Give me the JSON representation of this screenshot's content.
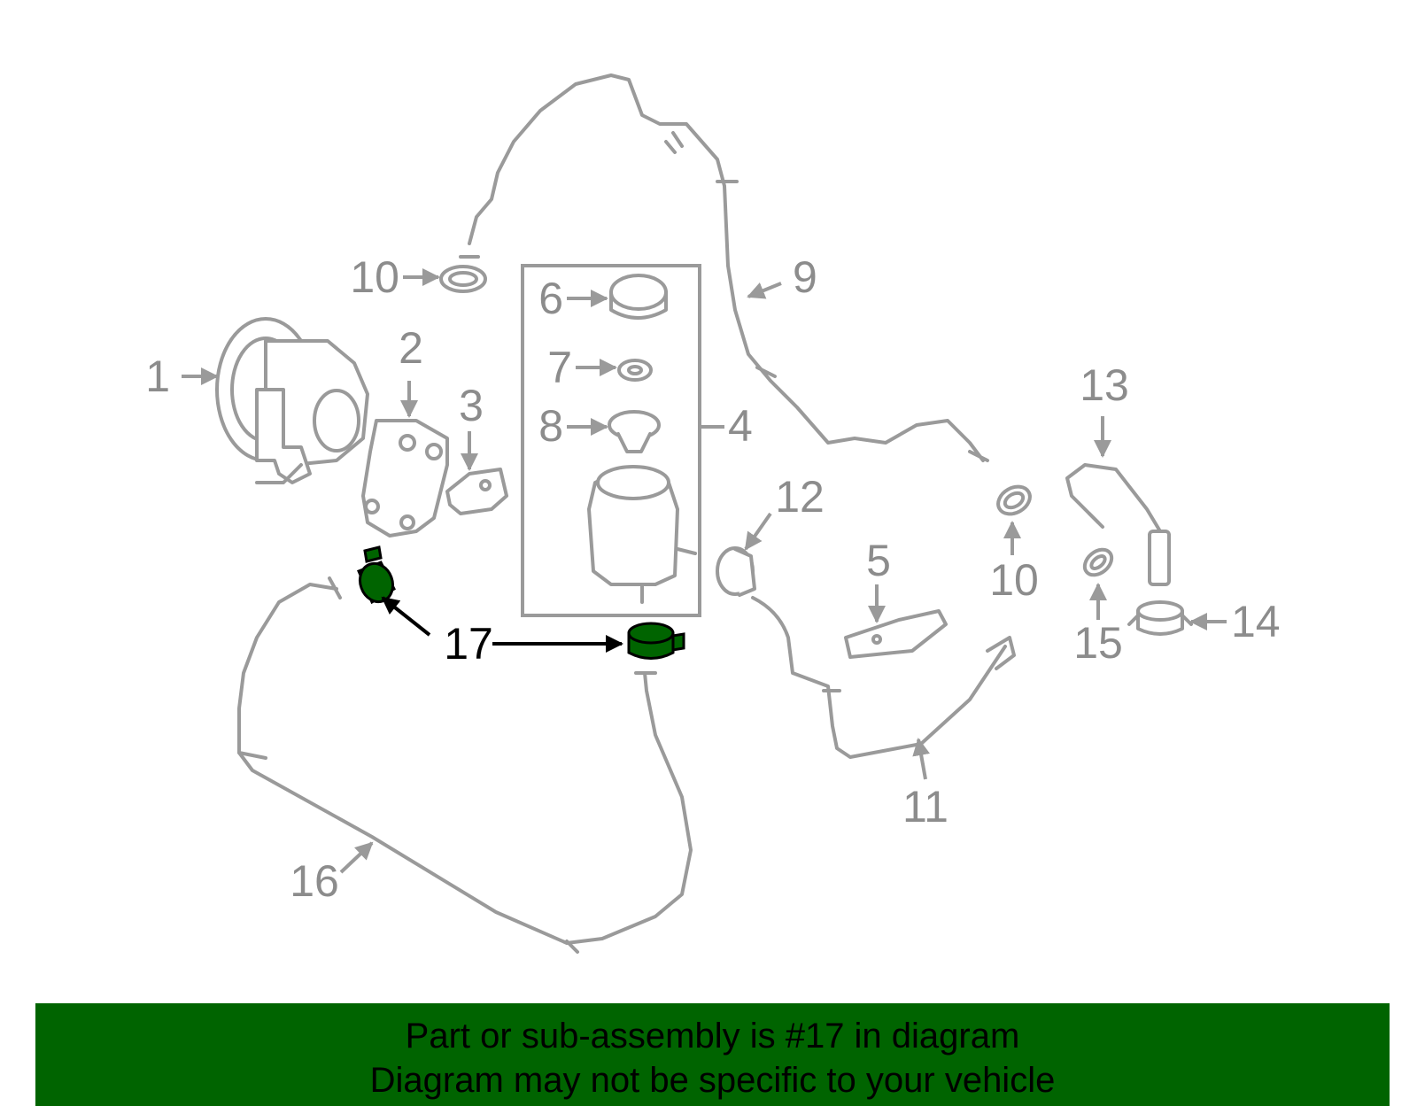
{
  "diagram": {
    "highlight_color": "#006400",
    "outline_color": "#9a9a9a",
    "callouts": [
      "1",
      "2",
      "3",
      "4",
      "5",
      "6",
      "7",
      "8",
      "9",
      "10",
      "10",
      "11",
      "12",
      "13",
      "14",
      "15",
      "16",
      "17"
    ],
    "highlighted_part": "17"
  },
  "banner": {
    "background": "#006400",
    "line1": "Part or sub-assembly is #17 in diagram",
    "line2": "Diagram may not be specific to your vehicle"
  }
}
